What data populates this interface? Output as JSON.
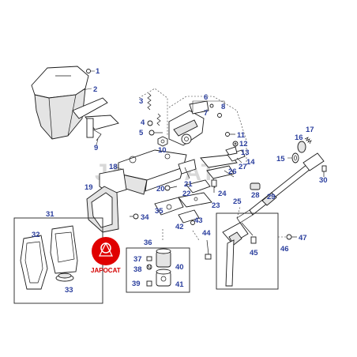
{
  "diagram": {
    "labels": {
      "p1": "1",
      "p2": "2",
      "p3": "3",
      "p4": "4",
      "p5": "5",
      "p6": "6",
      "p7": "7",
      "p8": "8",
      "p9": "9",
      "p10": "10",
      "p11": "11",
      "p12": "12",
      "p13": "13",
      "p14": "14",
      "p15": "15",
      "p16": "16",
      "p17": "17",
      "p18": "18",
      "p19": "19",
      "p20": "20",
      "p21": "21",
      "p22": "22",
      "p23": "23",
      "p24": "24",
      "p25": "25",
      "p26": "26",
      "p27": "27",
      "p28": "28",
      "p29": "29",
      "p30": "30",
      "p31": "31",
      "p32": "32",
      "p33": "33",
      "p34": "34",
      "p35": "35",
      "p36": "36",
      "p37": "37",
      "p38": "38",
      "p39": "39",
      "p40": "40",
      "p41": "41",
      "p42": "42",
      "p43": "43",
      "p44": "44",
      "p45": "45",
      "p46": "46",
      "p47": "47"
    },
    "watermark": "JAPOCAT",
    "logo_text": "JAPOCAT",
    "colors": {
      "label": "#2b3f9e",
      "logo": "#d40000",
      "line": "#1a1a1a"
    }
  }
}
